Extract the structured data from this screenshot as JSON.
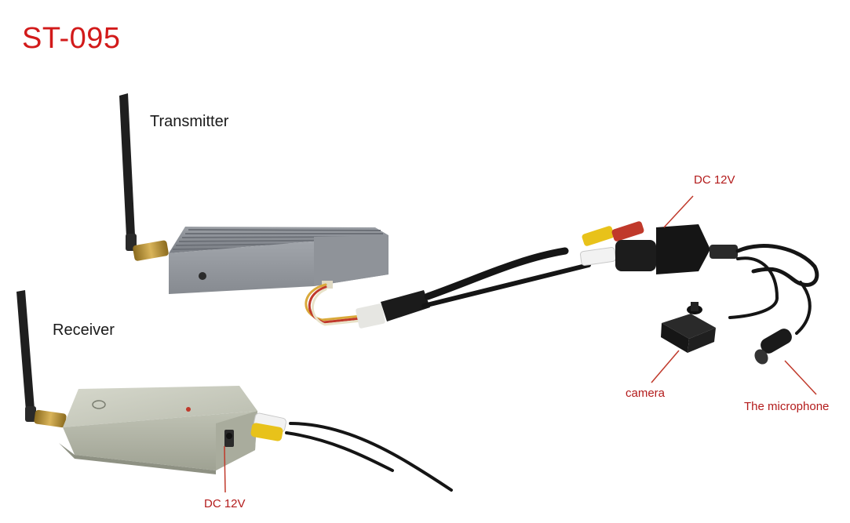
{
  "title": "ST-095",
  "labels": {
    "transmitter": "Transmitter",
    "receiver": "Receiver",
    "dc_top": "DC 12V",
    "camera": "camera",
    "microphone": "The microphone",
    "dc_bottom": "DC 12V"
  },
  "colors": {
    "title": "#d21a1a",
    "callout_text": "#b31b1b",
    "callout_line": "#c0392b",
    "body_text": "#1a1a1a"
  }
}
